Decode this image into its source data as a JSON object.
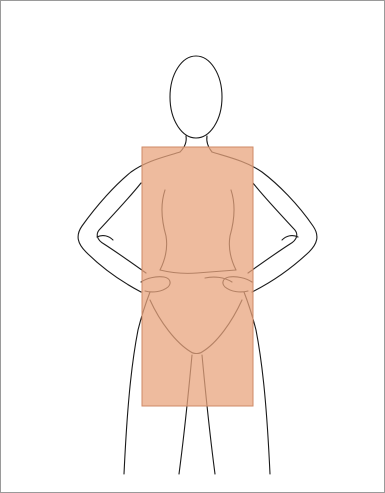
{
  "illustration": {
    "subject": "body-shape-figure",
    "shape": "rectangle",
    "colors": {
      "frame_border": "#9a9a9a",
      "background": "#ffffff",
      "outline": "#1a1a1a",
      "shape_fill": "#e8a47e",
      "shape_opacity": "0.75",
      "shape_border": "#cf8a66"
    }
  }
}
